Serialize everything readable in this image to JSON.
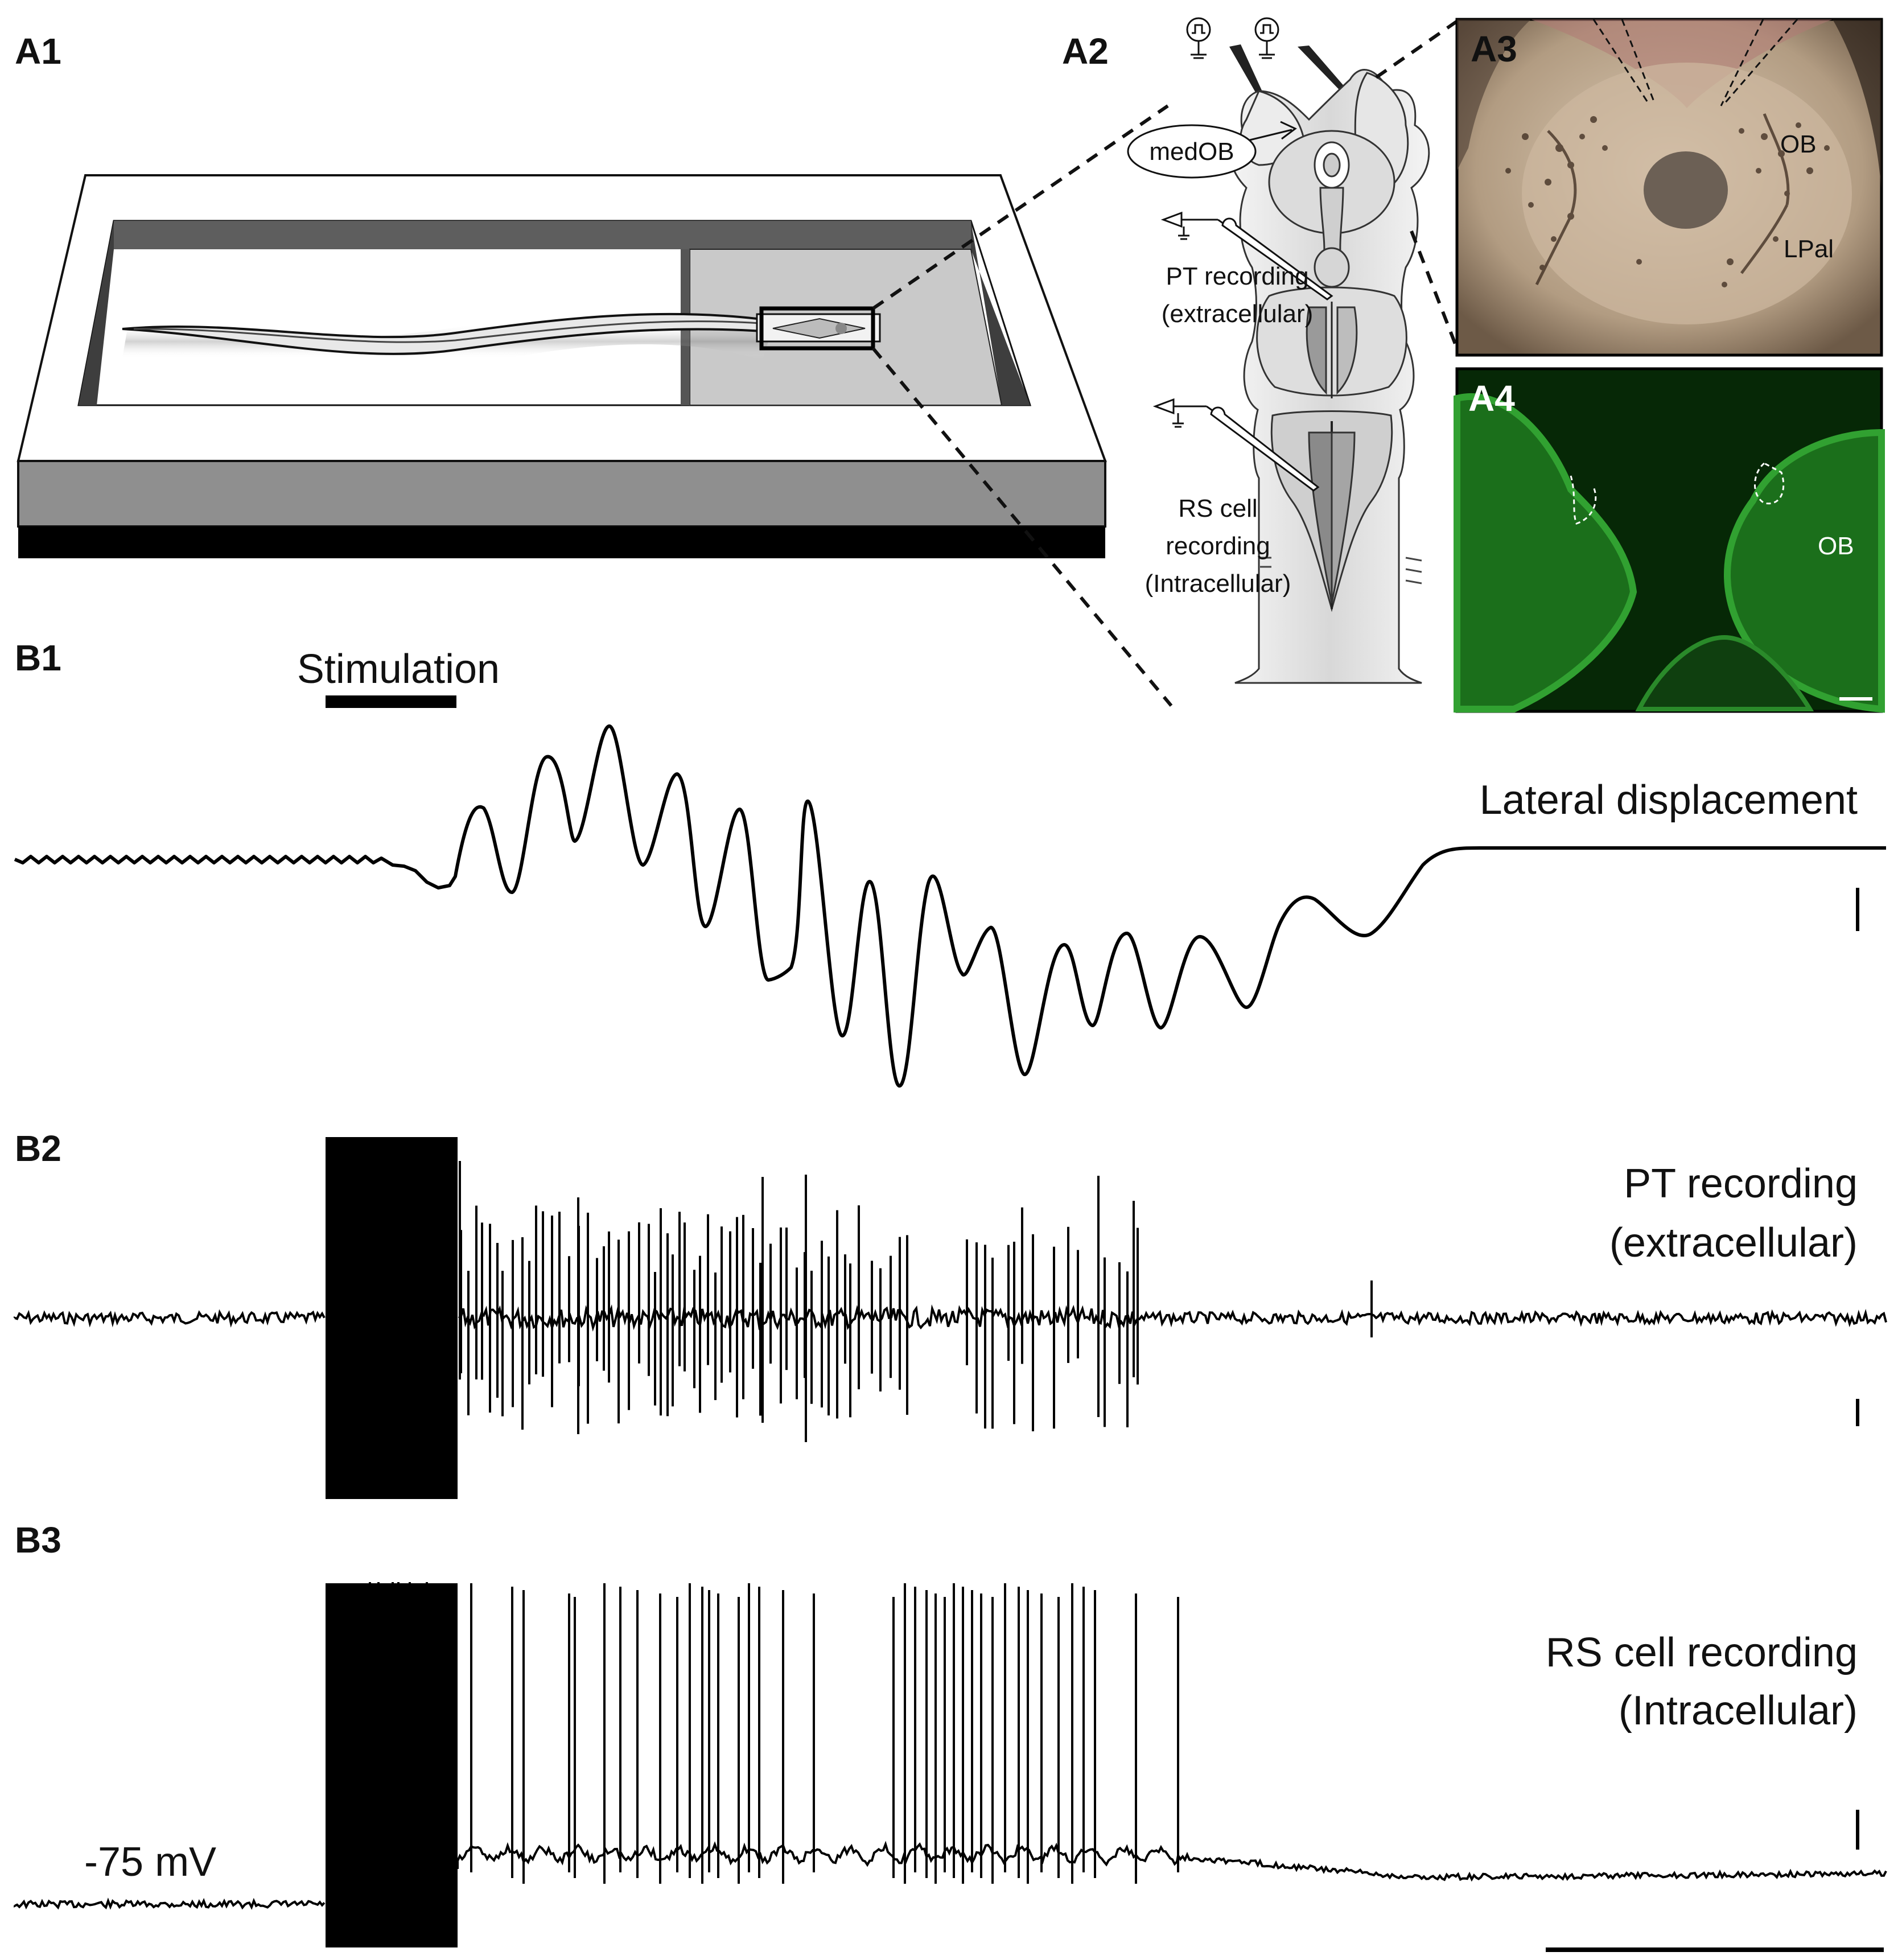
{
  "panels": {
    "a1": "A1",
    "a2": "A2",
    "a3": "A3",
    "a4": "A4",
    "b1": "B1",
    "b2": "B2",
    "b3": "B3"
  },
  "a2_labels": {
    "medob": "medOB",
    "pt_line1": "PT recording",
    "pt_line2": "(extracellular)",
    "rs_line1": "RS cell",
    "rs_line2": "recording",
    "rs_line3": "(Intracellular)"
  },
  "a3_labels": {
    "ob": "OB",
    "lpal": "LPal"
  },
  "a4_labels": {
    "ob": "OB"
  },
  "traces": {
    "stimulation": "Stimulation",
    "lateral": "Lateral displacement",
    "pt_line1": "PT recording",
    "pt_line2": "(extracellular)",
    "rs_line1": "RS cell recording",
    "rs_line2": "(Intracellular)",
    "resting": "-75 mV"
  },
  "colors": {
    "trace": "#000000",
    "chamber_wall": "#5e5e5e",
    "chamber_side": "#8c8c8c",
    "a3_bg": "#b8a58e",
    "a4_bg": "#062806",
    "a4_tissue": "#1f8a1f"
  }
}
